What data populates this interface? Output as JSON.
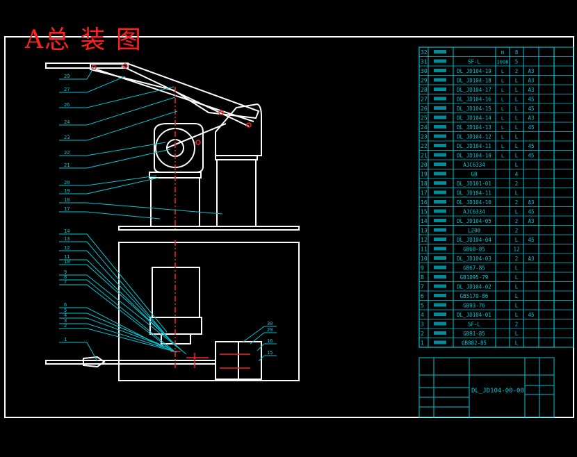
{
  "drawing_title": "A总 装 图",
  "drawing_number": "DL_JD104-00-00",
  "balloon_labels_left": [
    "29",
    "27",
    "26",
    "24",
    "23",
    "22",
    "21",
    "20",
    "19",
    "18",
    "17",
    "14",
    "13",
    "12",
    "11",
    "10",
    "9",
    "8",
    "7",
    "6",
    "5",
    "4",
    "3",
    "2",
    "1"
  ],
  "balloon_labels_right": [
    "30",
    "29",
    "16",
    "15"
  ],
  "bom_rows": [
    {
      "no": "32",
      "code": "",
      "name": "",
      "qty": "N",
      "mat": "8",
      "note": ""
    },
    {
      "no": "31",
      "code": "SF-L",
      "name": "",
      "qty": "1008",
      "mat": "5",
      "note": ""
    },
    {
      "no": "30",
      "code": "DL_JD104-19",
      "name": "",
      "qty": "L",
      "mat": "2",
      "note": "A3"
    },
    {
      "no": "29",
      "code": "DL_JD104-18",
      "name": "",
      "qty": "L",
      "mat": "L",
      "note": "A3"
    },
    {
      "no": "28",
      "code": "DL_JD104-17",
      "name": "",
      "qty": "L",
      "mat": "L",
      "note": "A3"
    },
    {
      "no": "27",
      "code": "DL_JD104-16",
      "name": "",
      "qty": "L",
      "mat": "L",
      "note": "45"
    },
    {
      "no": "26",
      "code": "DL_JD104-15",
      "name": "",
      "qty": "L",
      "mat": "L",
      "note": "45"
    },
    {
      "no": "25",
      "code": "DL_JD104-14",
      "name": "",
      "qty": "L",
      "mat": "L",
      "note": "A3"
    },
    {
      "no": "24",
      "code": "DL_JD104-13",
      "name": "",
      "qty": "L",
      "mat": "L",
      "note": "45"
    },
    {
      "no": "23",
      "code": "DL_JD104-12",
      "name": "",
      "qty": "L",
      "mat": "L",
      "note": ""
    },
    {
      "no": "22",
      "code": "DL_JD104-11",
      "name": "",
      "qty": "L",
      "mat": "L",
      "note": "45"
    },
    {
      "no": "21",
      "code": "DL_JD104-10",
      "name": "",
      "qty": "L",
      "mat": "L",
      "note": "45"
    },
    {
      "no": "20",
      "code": "AJC6334",
      "name": "",
      "qty": "",
      "mat": "L",
      "note": ""
    },
    {
      "no": "19",
      "code": "GB",
      "name": "",
      "qty": "",
      "mat": "4",
      "note": ""
    },
    {
      "no": "18",
      "code": "DL_JD101-01",
      "name": "",
      "qty": "",
      "mat": "2",
      "note": ""
    },
    {
      "no": "17",
      "code": "DL_JD104-11",
      "name": "",
      "qty": "",
      "mat": "L",
      "note": ""
    },
    {
      "no": "16",
      "code": "DL_JD104-10",
      "name": "",
      "qty": "",
      "mat": "2",
      "note": "A3"
    },
    {
      "no": "15",
      "code": "AJC6334",
      "name": "",
      "qty": "",
      "mat": "L",
      "note": "45"
    },
    {
      "no": "14",
      "code": "DL_JD104-05",
      "name": "",
      "qty": "",
      "mat": "2",
      "note": "A3"
    },
    {
      "no": "13",
      "code": "L200",
      "name": "",
      "qty": "",
      "mat": "2",
      "note": ""
    },
    {
      "no": "12",
      "code": "DL_JD104-04",
      "name": "",
      "qty": "",
      "mat": "L",
      "note": "45"
    },
    {
      "no": "11",
      "code": "GB68-85",
      "name": "",
      "qty": "",
      "mat": "12",
      "note": ""
    },
    {
      "no": "10",
      "code": "DL_JD104-03",
      "name": "",
      "qty": "",
      "mat": "2",
      "note": "A3"
    },
    {
      "no": "9",
      "code": "GB67-85",
      "name": "",
      "qty": "",
      "mat": "L",
      "note": ""
    },
    {
      "no": "8",
      "code": "GB1095-79",
      "name": "",
      "qty": "",
      "mat": "L",
      "note": ""
    },
    {
      "no": "7",
      "code": "DL_JD104-02",
      "name": "",
      "qty": "",
      "mat": "L",
      "note": ""
    },
    {
      "no": "6",
      "code": "GB5170-86",
      "name": "",
      "qty": "",
      "mat": "L",
      "note": ""
    },
    {
      "no": "5",
      "code": "GB93-76",
      "name": "",
      "qty": "",
      "mat": "L",
      "note": ""
    },
    {
      "no": "4",
      "code": "DL_JD104-01",
      "name": "",
      "qty": "",
      "mat": "L",
      "note": "45"
    },
    {
      "no": "3",
      "code": "SF-L",
      "name": "",
      "qty": "",
      "mat": "2",
      "note": ""
    },
    {
      "no": "2",
      "code": "GB91-85",
      "name": "",
      "qty": "",
      "mat": "L",
      "note": ""
    },
    {
      "no": "1",
      "code": "GB882-85",
      "name": "",
      "qty": "",
      "mat": "L",
      "note": ""
    }
  ],
  "colors": {
    "background": "#000000",
    "frame": "#ffffff",
    "table": "#00c8d8",
    "title": "#ff2020",
    "centerline": "#ff2020",
    "leader": "#00c8d8"
  }
}
